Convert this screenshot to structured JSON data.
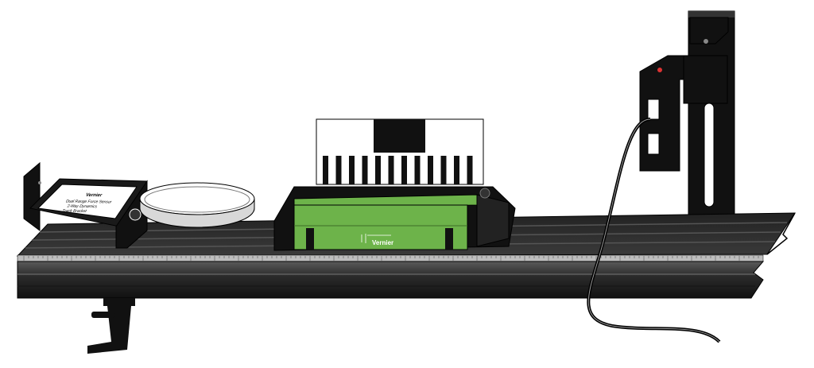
{
  "brand": "Vernier",
  "bracket_label": {
    "brand": "Vernier",
    "line1": "Dual Range Force Sensor",
    "line2": "2-Way Dynamics",
    "line3": "Track Bracket"
  },
  "cart_label": "Vernier",
  "colors": {
    "cart_green": "#6db34a",
    "track_dark": "#2a2a2a",
    "ruler": "#bdbdbd",
    "outline": "#000000"
  }
}
